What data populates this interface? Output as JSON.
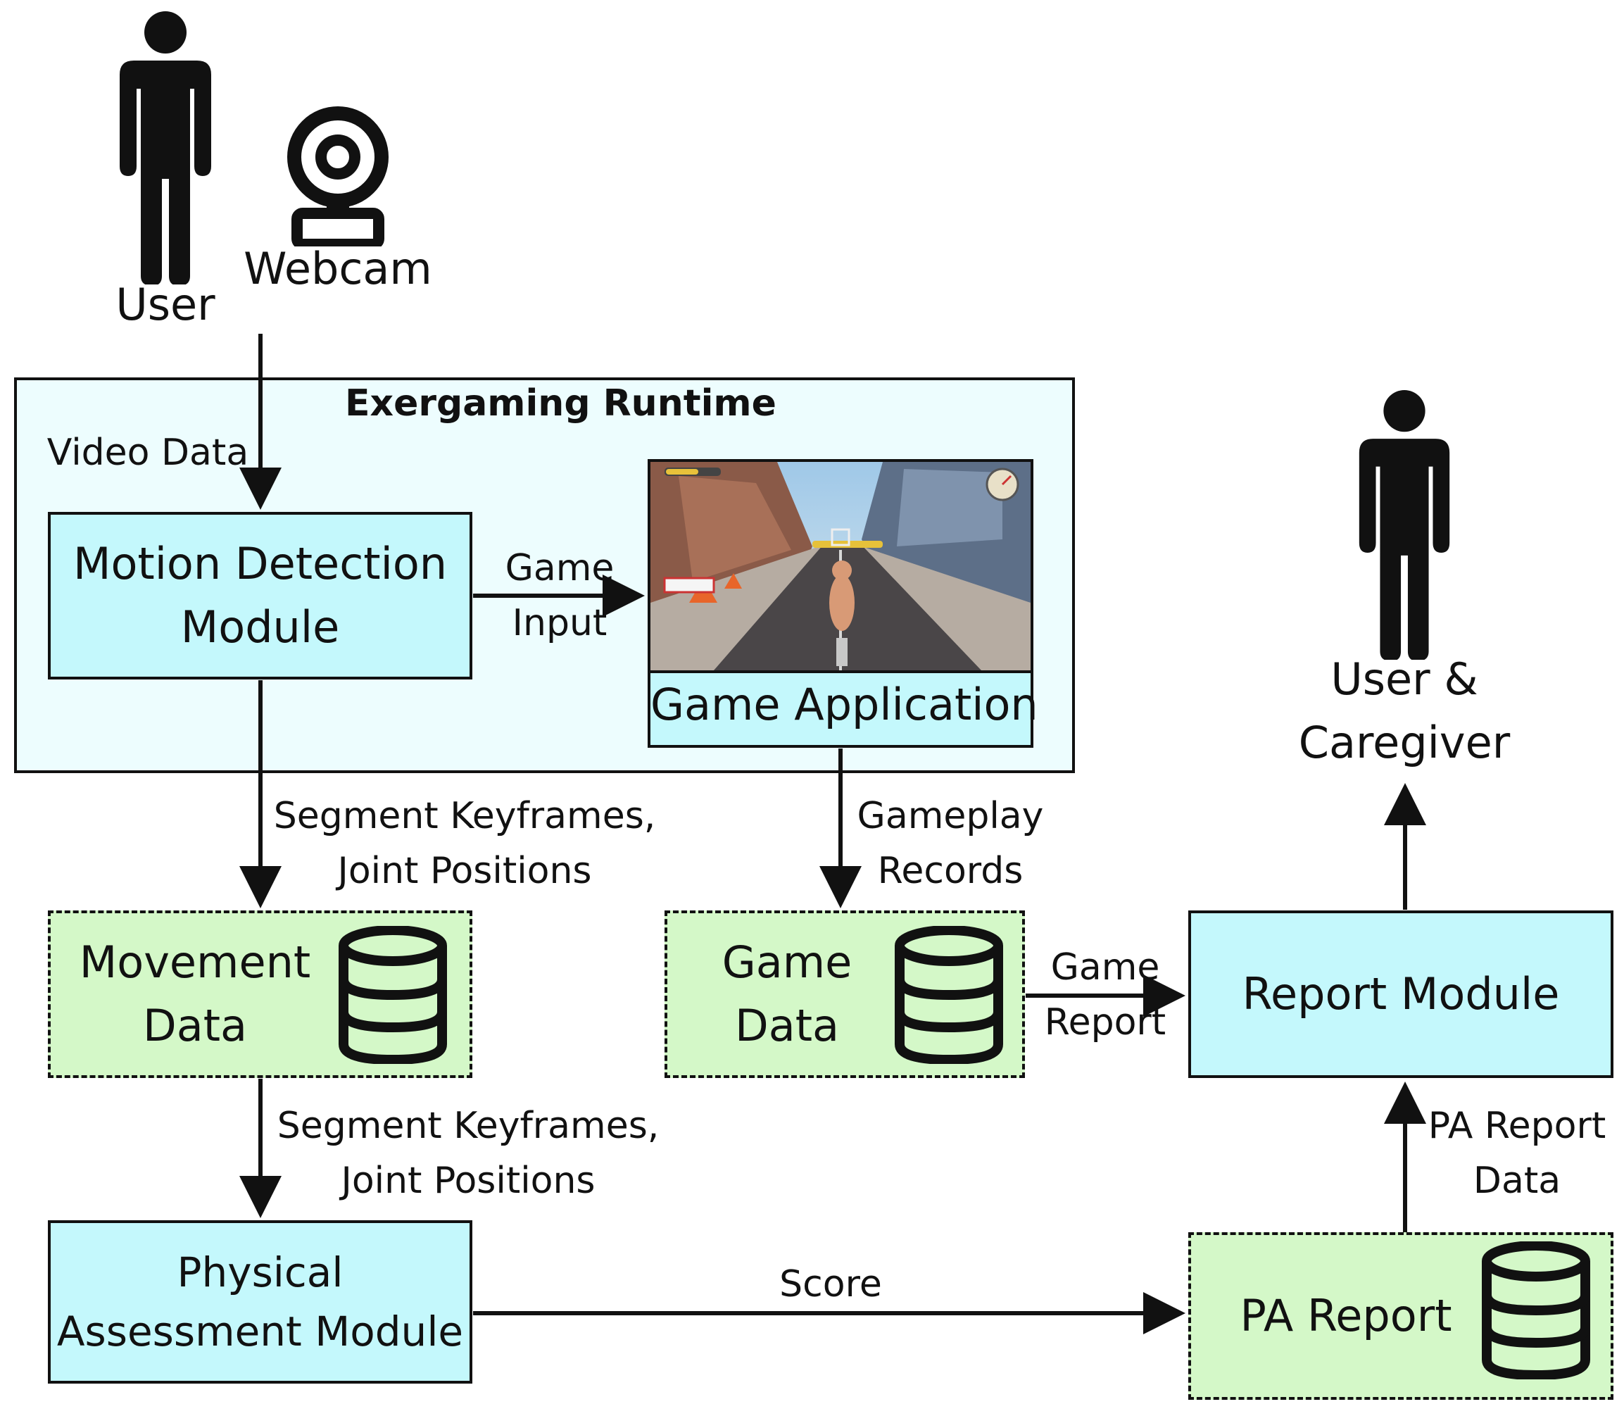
{
  "actors": {
    "user": "User",
    "webcam": "Webcam",
    "user_caregiver": [
      "User &",
      "Caregiver"
    ]
  },
  "runtime": {
    "title": "Exergaming Runtime"
  },
  "nodes": {
    "motion_detection": [
      "Motion Detection",
      "Module"
    ],
    "game_application": "Game Application",
    "movement_data": [
      "Movement",
      "Data"
    ],
    "game_data": [
      "Game",
      "Data"
    ],
    "report_module": "Report Module",
    "physical_assessment": [
      "Physical",
      "Assessment Module"
    ],
    "pa_report": "PA Report"
  },
  "edges": {
    "video_data": "Video Data",
    "game_input": [
      "Game",
      "Input"
    ],
    "segment_keyframes_1": [
      "Segment Keyframes,",
      "Joint Positions"
    ],
    "gameplay_records": [
      "Gameplay",
      "Records"
    ],
    "segment_keyframes_2": [
      "Segment Keyframes,",
      "Joint Positions"
    ],
    "game_report": [
      "Game",
      "Report"
    ],
    "score": "Score",
    "pa_report_data": [
      "PA Report",
      "Data"
    ]
  },
  "icons": {
    "person": "person-icon",
    "webcam": "webcam-icon",
    "database": "database-icon",
    "game_screenshot": "game-screenshot-image"
  },
  "colors": {
    "module_fill": "#c4f8fc",
    "data_store_fill": "#d4f8c8",
    "runtime_fill": "#edfdfe",
    "stroke": "#111111"
  }
}
